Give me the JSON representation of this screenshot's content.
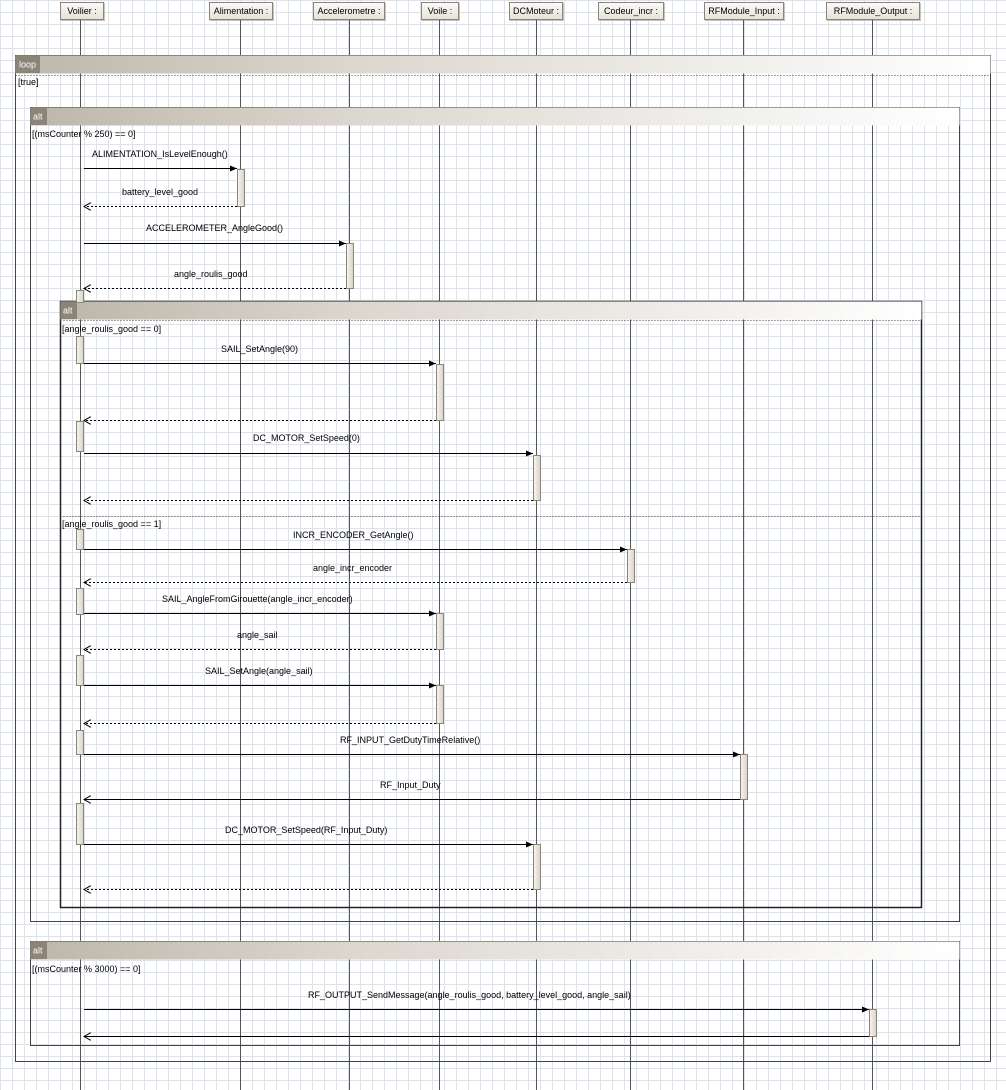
{
  "lifelines": [
    "Voilier :",
    "Alimentation :",
    "Accelerometre :",
    "Voile :",
    "DCMoteur :",
    "Codeur_incr :",
    "RFModule_Input :",
    "RFModule_Output :"
  ],
  "fragments": {
    "loop": {
      "label": "loop",
      "guard": "[true]"
    },
    "alt_outer": {
      "label": "alt",
      "guard": "[(msCounter % 250) == 0]"
    },
    "alt_inner": {
      "label": "alt",
      "guard1": "[angle_roulis_good == 0]",
      "guard2": "[angle_roulis_good == 1]"
    },
    "alt_bottom": {
      "label": "alt",
      "guard": "[(msCounter % 3000) == 0]"
    }
  },
  "messages": [
    "ALIMENTATION_IsLevelEnough()",
    "battery_level_good",
    "ACCELEROMETER_AngleGood()",
    "angle_roulis_good",
    "SAIL_SetAngle(90)",
    "DC_MOTOR_SetSpeed(0)",
    "INCR_ENCODER_GetAngle()",
    "angle_incr_encoder",
    "SAIL_AngleFromGirouette(angle_incr_encoder)",
    "angle_sail",
    "SAIL_SetAngle(angle_sail)",
    "RF_INPUT_GetDutyTimeRelative()",
    "RF_Input_Duty",
    "DC_MOTOR_SetSpeed(RF_Input_Duty)",
    "RF_OUTPUT_SendMessage(angle_roulis_good, battery_level_good, angle_sail)"
  ],
  "colors": {
    "frame": "#444444",
    "header_dark": "#8c8478",
    "header_light": "#f7f5f2",
    "activation": "#ebe7df",
    "grid": "#dde3ee"
  }
}
